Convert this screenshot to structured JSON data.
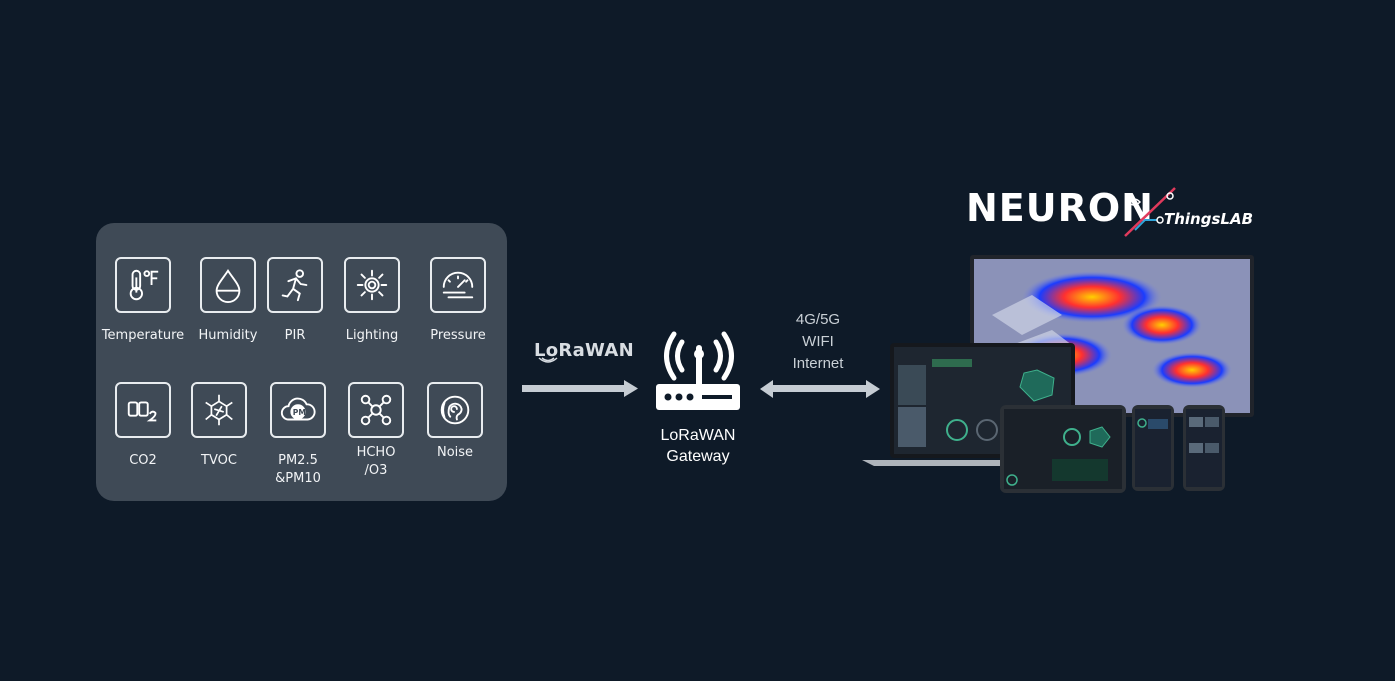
{
  "sensors": [
    {
      "label": "Temperature",
      "icon": "thermometer-icon"
    },
    {
      "label": "Humidity",
      "icon": "water-drop-icon"
    },
    {
      "label": "PIR",
      "icon": "running-person-icon"
    },
    {
      "label": "Lighting",
      "icon": "sun-icon"
    },
    {
      "label": "Pressure",
      "icon": "gauge-icon"
    },
    {
      "label": "CO2",
      "icon": "co2-icon"
    },
    {
      "label": "TVOC",
      "icon": "molecule-icon"
    },
    {
      "label": "PM2.5\n&PM10",
      "icon": "pm-cloud-icon"
    },
    {
      "label": "HCHO\n/O3",
      "icon": "chemical-structure-icon"
    },
    {
      "label": "Noise",
      "icon": "ear-sound-icon"
    }
  ],
  "protocol_label": "LoRaWAN",
  "gateway": {
    "label": "LoRaWAN\nGateway",
    "icon": "router-icon"
  },
  "network": {
    "lines": [
      "4G/5G",
      "WIFI",
      "Internet"
    ]
  },
  "brand": {
    "name": "NEURON",
    "sub": "ThingsLAB"
  },
  "colors": {
    "background": "#0e1a28",
    "panel": "#3f4a56",
    "arrow": "#c5ccd3"
  }
}
